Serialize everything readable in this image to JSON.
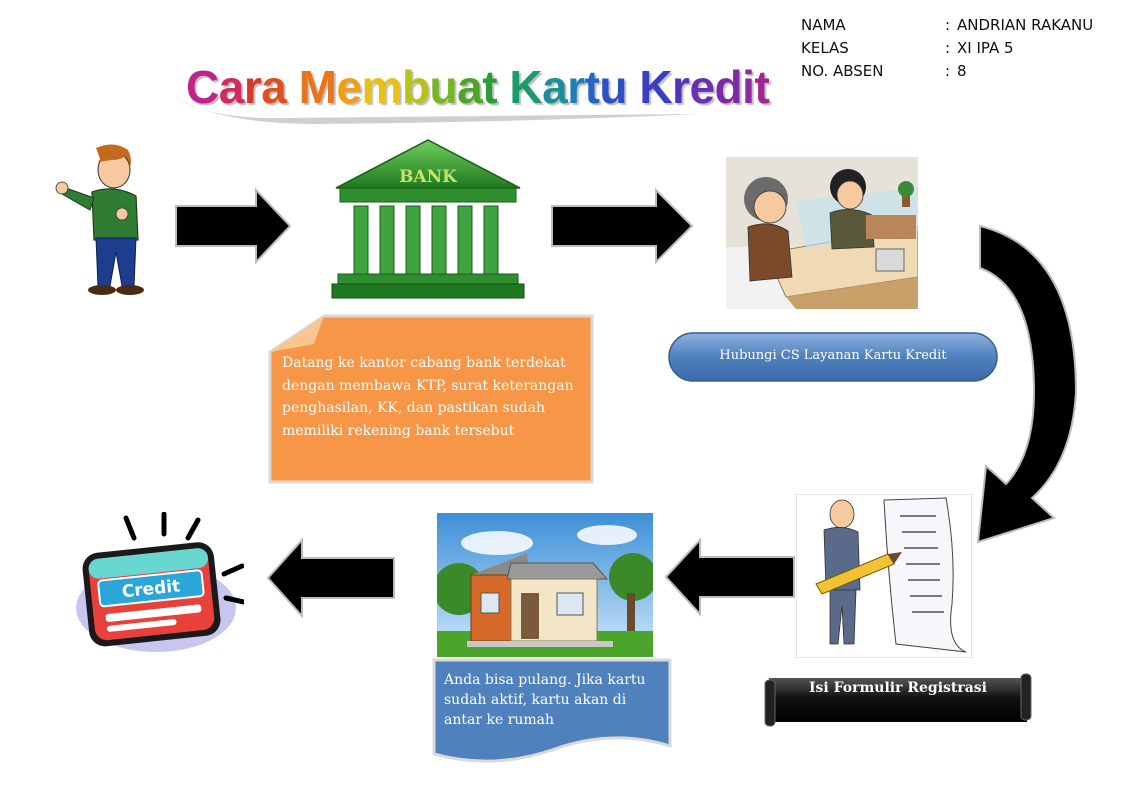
{
  "student_info": {
    "rows": [
      {
        "label": "NAMA",
        "value": "ANDRIAN RAKANU"
      },
      {
        "label": "KELAS",
        "value": "XI IPA 5"
      },
      {
        "label": "NO. ABSEN",
        "value": "8"
      }
    ],
    "separator": ":"
  },
  "title": {
    "letters": [
      {
        "ch": "C",
        "color": "#c0238a"
      },
      {
        "ch": "a",
        "color": "#d02a5e"
      },
      {
        "ch": "r",
        "color": "#d63a2a"
      },
      {
        "ch": "a",
        "color": "#e0501e"
      },
      {
        "ch": " ",
        "color": "#ffffff"
      },
      {
        "ch": "M",
        "color": "#e8751a"
      },
      {
        "ch": "e",
        "color": "#eda012"
      },
      {
        "ch": "m",
        "color": "#e7c018"
      },
      {
        "ch": "b",
        "color": "#b7c21c"
      },
      {
        "ch": "u",
        "color": "#78b620"
      },
      {
        "ch": "a",
        "color": "#4ea52a"
      },
      {
        "ch": "t",
        "color": "#2f9a3a"
      },
      {
        "ch": " ",
        "color": "#ffffff"
      },
      {
        "ch": "K",
        "color": "#1c9a6a"
      },
      {
        "ch": "a",
        "color": "#1a8f9a"
      },
      {
        "ch": "r",
        "color": "#1c7fb8"
      },
      {
        "ch": "t",
        "color": "#2466c4"
      },
      {
        "ch": "u",
        "color": "#2d4fc6"
      },
      {
        "ch": " ",
        "color": "#ffffff"
      },
      {
        "ch": "K",
        "color": "#3a3fc0"
      },
      {
        "ch": "r",
        "color": "#5236b8"
      },
      {
        "ch": "e",
        "color": "#6a30b0"
      },
      {
        "ch": "d",
        "color": "#7e2aa8"
      },
      {
        "ch": "i",
        "color": "#902aa0"
      },
      {
        "ch": "t",
        "color": "#a02696"
      }
    ]
  },
  "steps": {
    "bank_sign": "BANK",
    "step1_text": "Datang ke kantor cabang bank terdekat  dengan membawa KTP, surat keterangan penghasilan, KK, dan pastikan sudah memiliki rekening bank tersebut",
    "step2_text": "Hubungi CS Layanan Kartu Kredit",
    "step3_text": "Isi Formulir Registrasi",
    "step4_text": "Anda bisa pulang. Jika kartu sudah aktif, kartu akan di antar ke rumah",
    "card_label": "Credit"
  },
  "colors": {
    "orange_note": "#f79646",
    "blue_note": "#4f81bd",
    "pill": "#4f81bd",
    "scroll": "#111111",
    "arrow": "#000000",
    "bank_green": "#3aa53a"
  }
}
